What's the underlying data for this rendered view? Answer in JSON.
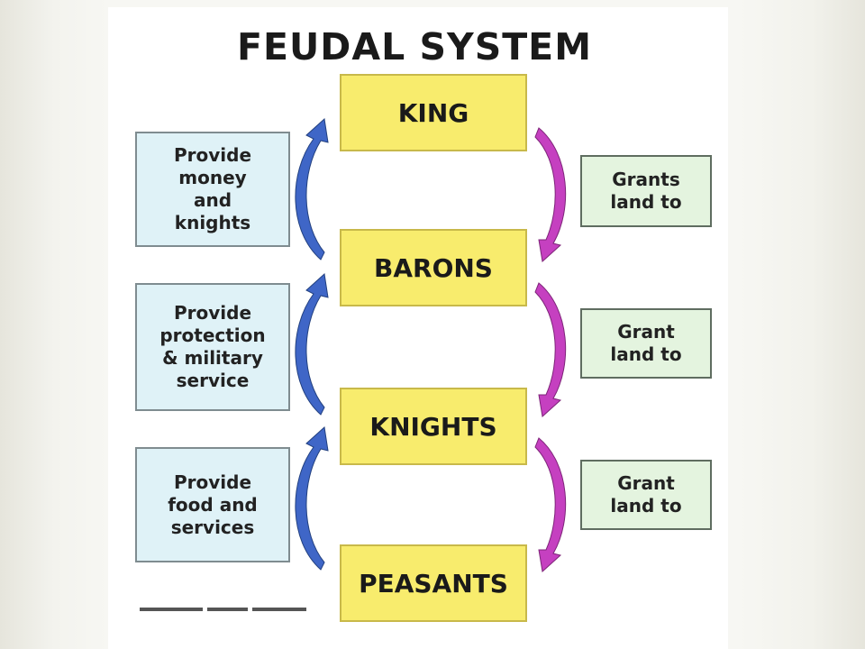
{
  "diagram": {
    "title": "FEUDAL SYSTEM",
    "ranks": [
      "KING",
      "BARONS",
      "KNIGHTS",
      "PEASANTS"
    ],
    "duties": [
      "Provide\nmoney\nand\nknights",
      "Provide\nprotection\n& military\nservice",
      "Provide\nfood and\nservices"
    ],
    "grants": [
      "Grants\nland to",
      "Grant\nland to",
      "Grant\nland to"
    ],
    "colors": {
      "rank_fill": "#f8ec6d",
      "duty_fill": "#dff2f7",
      "grant_fill": "#e4f4df",
      "up_arrow": "#3f66c7",
      "down_arrow": "#c540c0"
    }
  }
}
